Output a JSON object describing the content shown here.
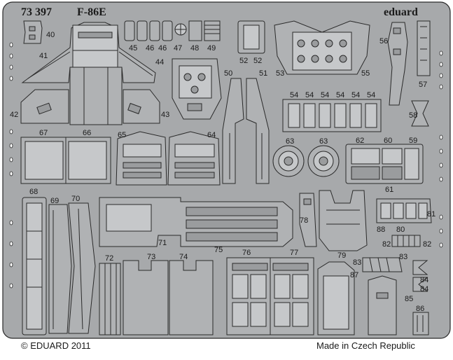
{
  "header": {
    "catalog_number": "73 397",
    "kit_name": "F-86E",
    "brand": "eduard"
  },
  "footer": {
    "copyright": "© EDUARD 2011",
    "origin": "Made in Czech Republic"
  },
  "part_labels": {
    "p40": "40",
    "p41": "41",
    "p42": "42",
    "p43": "43",
    "p44": "44",
    "p45": "45",
    "p46a": "46",
    "p46b": "46",
    "p47": "47",
    "p48": "48",
    "p49": "49",
    "p50": "50",
    "p51": "51",
    "p52a": "52",
    "p52b": "52",
    "p53": "53",
    "p55": "55",
    "p54a": "54",
    "p54b": "54",
    "p54c": "54",
    "p54d": "54",
    "p54e": "54",
    "p54f": "54",
    "p56": "56",
    "p57": "57",
    "p58": "58",
    "p59": "59",
    "p60": "60",
    "p61": "61",
    "p62": "62",
    "p63a": "63",
    "p63b": "63",
    "p64": "64",
    "p65": "65",
    "p66": "66",
    "p67": "67",
    "p68": "68",
    "p69": "69",
    "p70": "70",
    "p71": "71",
    "p72": "72",
    "p73": "73",
    "p74": "74",
    "p75": "75",
    "p76": "76",
    "p77": "77",
    "p78": "78",
    "p79": "79",
    "p80": "80",
    "p81": "81",
    "p82a": "82",
    "p82b": "82",
    "p83a": "83",
    "p83b": "83",
    "p84a": "84",
    "p84b": "84",
    "p85": "85",
    "p86": "86",
    "p87": "87",
    "p88": "88"
  },
  "colors": {
    "fret": "#a7a9ab",
    "part": "#b0b2b4",
    "outline": "#2a2a2a",
    "background": "#ffffff"
  }
}
